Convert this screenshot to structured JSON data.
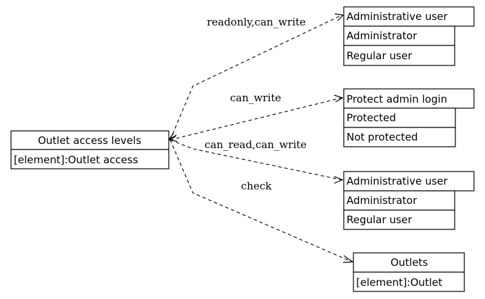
{
  "source": {
    "title": "Outlet access levels",
    "field": "[element]:Outlet access"
  },
  "targets": [
    {
      "title": "Administrative user",
      "rows": [
        "Administrator",
        "Regular user"
      ]
    },
    {
      "title": "Protect admin login",
      "rows": [
        "Protected",
        "Not protected"
      ]
    },
    {
      "title": "Administrative user",
      "rows": [
        "Administrator",
        "Regular user"
      ]
    },
    {
      "title": "Outlets",
      "rows": [
        "[element]:Outlet"
      ]
    }
  ],
  "edges": [
    {
      "label": "readonly,can_write"
    },
    {
      "label": "can_write"
    },
    {
      "label": "can_read,can_write"
    },
    {
      "label": "check"
    }
  ]
}
